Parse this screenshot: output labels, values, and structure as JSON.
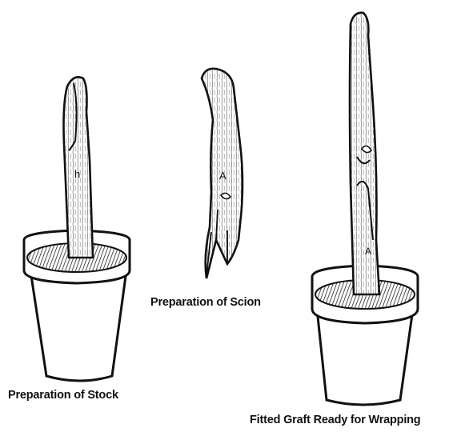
{
  "figure": {
    "captions": {
      "stock": "Preparation of Stock",
      "scion": "Preparation of Scion",
      "graft": "Fitted Graft Ready for Wrapping"
    },
    "stem_marks": {
      "stock_mark": "h",
      "scion_mark": "A",
      "graft_mark": "A"
    }
  },
  "colors": {
    "ink": "#111111",
    "paper": "#ffffff"
  }
}
